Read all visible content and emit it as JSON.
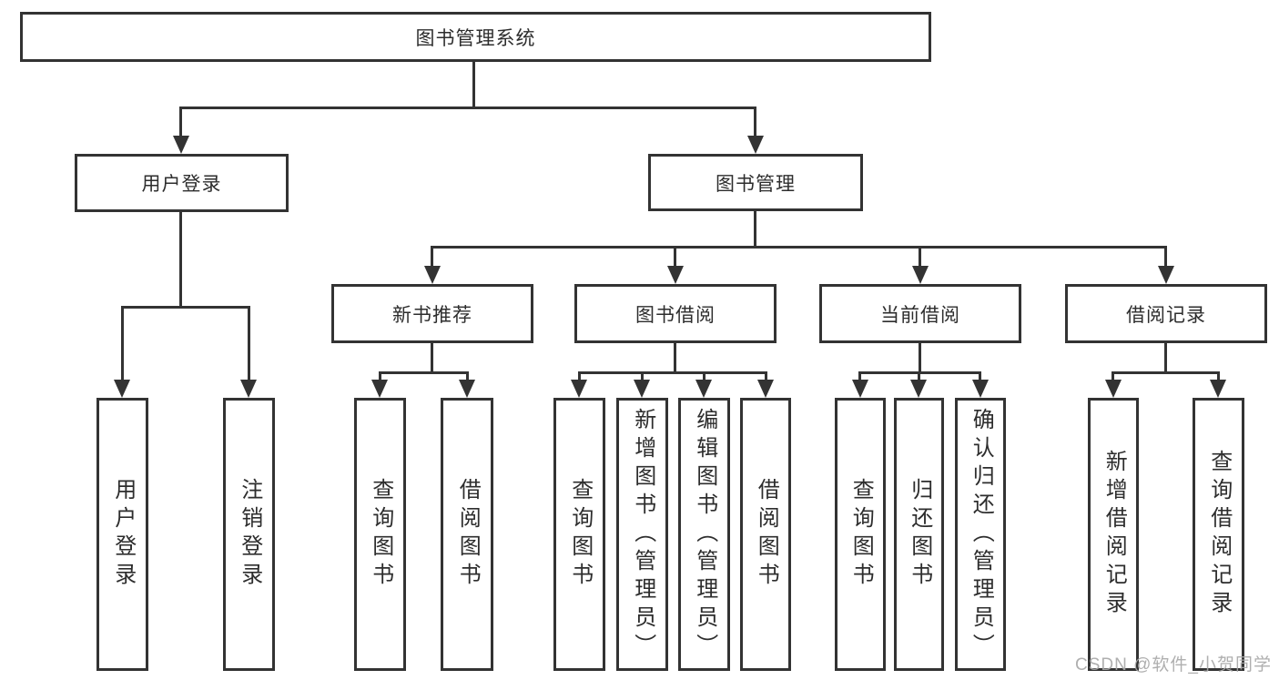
{
  "diagram": {
    "title": "图书管理系统",
    "root": {
      "label": "图书管理系统"
    },
    "level2": [
      {
        "label": "用户登录"
      },
      {
        "label": "图书管理"
      }
    ],
    "level3": [
      {
        "label": "新书推荐"
      },
      {
        "label": "图书借阅"
      },
      {
        "label": "当前借阅"
      },
      {
        "label": "借阅记录"
      }
    ],
    "leaves": [
      {
        "label": "用户登录",
        "parent": "用户登录"
      },
      {
        "label": "注销登录",
        "parent": "用户登录"
      },
      {
        "label": "查询图书",
        "parent": "新书推荐"
      },
      {
        "label": "借阅图书",
        "parent": "新书推荐"
      },
      {
        "label": "查询图书",
        "parent": "图书借阅"
      },
      {
        "label": "新增图书（管理员）",
        "parent": "图书借阅"
      },
      {
        "label": "编辑图书（管理员）",
        "parent": "图书借阅"
      },
      {
        "label": "借阅图书",
        "parent": "图书借阅"
      },
      {
        "label": "查询图书",
        "parent": "当前借阅"
      },
      {
        "label": "归还图书",
        "parent": "当前借阅"
      },
      {
        "label": "确认归还（管理员）",
        "parent": "当前借阅"
      },
      {
        "label": "新增借阅记录",
        "parent": "借阅记录"
      },
      {
        "label": "查询借阅记录",
        "parent": "借阅记录"
      }
    ],
    "colors": {
      "line": "#333333",
      "text": "#2d2d2d",
      "background": "#ffffff",
      "watermark": "#a8a8a8"
    }
  },
  "watermark": {
    "text": "CSDN @软件_小贺同学"
  }
}
